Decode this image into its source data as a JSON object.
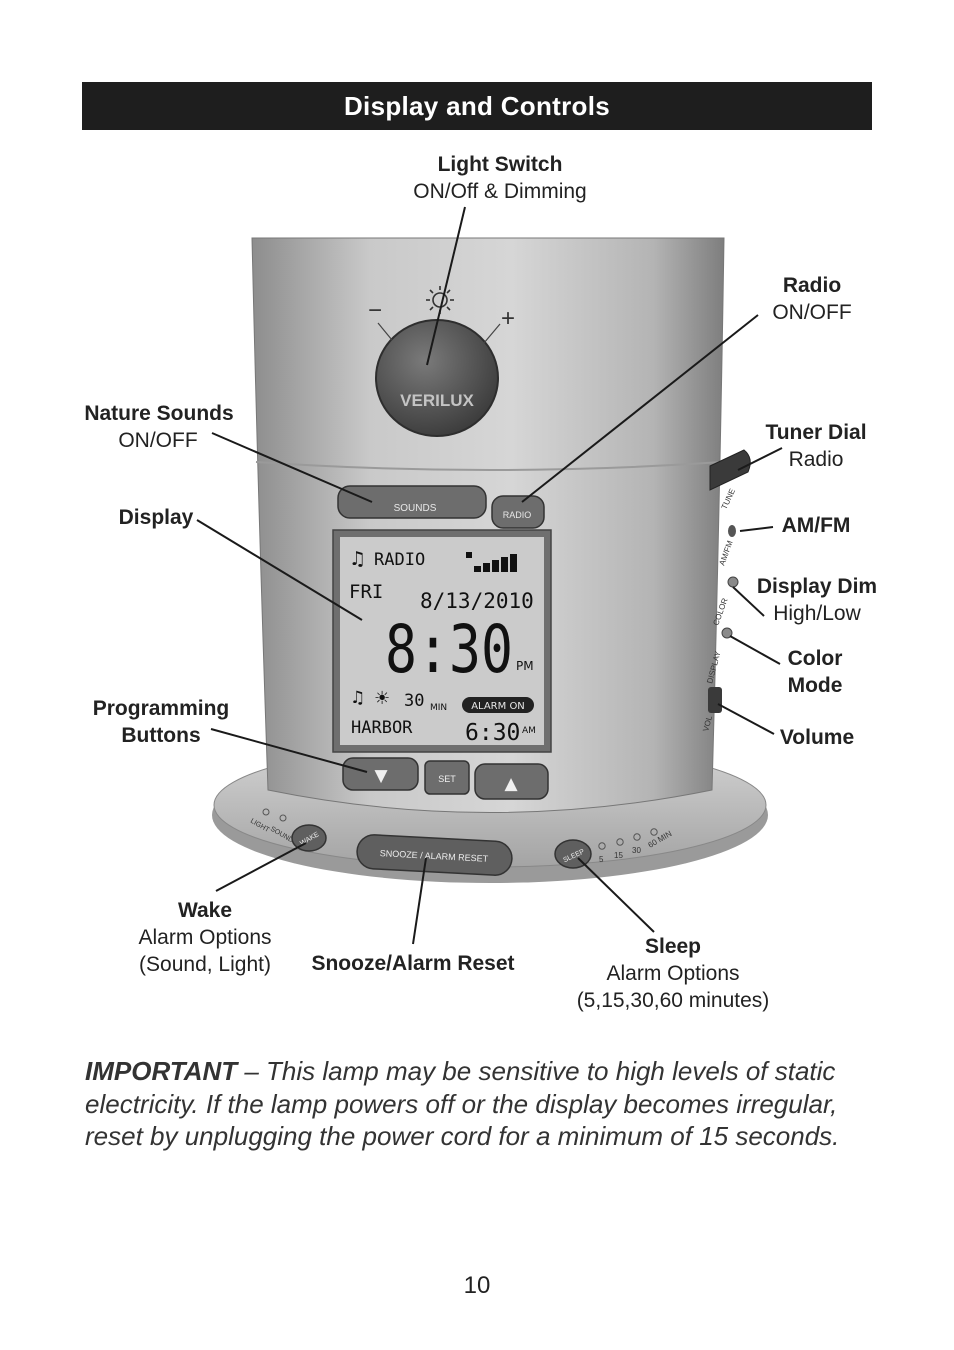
{
  "header": {
    "title": "Display and Controls"
  },
  "device": {
    "brand": "VERILUX",
    "dimmer_minus": "−",
    "dimmer_plus": "+",
    "sounds_button": "SOUNDS",
    "radio_button": "RADIO",
    "set_button": "SET",
    "down_button": "▼",
    "up_button": "▲",
    "snooze_button": "SNOOZE / ALARM RESET",
    "wake_button": "WAKE",
    "sleep_button": "SLEEP",
    "light_label": "LIGHT",
    "sound_label": "SOUND",
    "sleep_times": [
      "5",
      "15",
      "30",
      "60 MIN"
    ],
    "side_labels": [
      "TUNE",
      "AM/FM",
      "COLOR",
      "DISPLAY",
      "VOL"
    ],
    "lcd": {
      "mode": "RADIO",
      "day": "FRI",
      "date": "8/13/2010",
      "time": "8:30",
      "ampm": "PM",
      "sleep_minutes": "30",
      "min_label": "MIN",
      "alarm_badge": "ALARM ON",
      "sound_name": "HARBOR",
      "alarm_time": "6:30",
      "alarm_ampm": "AM"
    }
  },
  "callouts": {
    "light_switch": {
      "title": "Light Switch",
      "desc": "ON/Off & Dimming"
    },
    "radio": {
      "title": "Radio",
      "desc": "ON/OFF"
    },
    "nature_sounds": {
      "title": "Nature Sounds",
      "desc": "ON/OFF"
    },
    "tuner_dial": {
      "title": "Tuner Dial",
      "desc": "Radio"
    },
    "display": {
      "title": "Display"
    },
    "am_fm": {
      "title": "AM/FM"
    },
    "display_dim": {
      "title": "Display Dim",
      "desc": "High/Low"
    },
    "color_mode": {
      "title": "Color",
      "title2": "Mode"
    },
    "programming": {
      "title": "Programming",
      "title2": "Buttons"
    },
    "volume": {
      "title": "Volume"
    },
    "wake": {
      "title": "Wake",
      "desc": "Alarm Options",
      "desc2": "(Sound, Light)"
    },
    "snooze": {
      "title": "Snooze/Alarm Reset"
    },
    "sleep": {
      "title": "Sleep",
      "desc": "Alarm Options",
      "desc2": "(5,15,30,60 minutes)"
    }
  },
  "important": {
    "label": "IMPORTANT",
    "text": " – This lamp may be sensitive to high levels of static electricity. If the lamp powers off or the display becomes irregular, reset by unplugging the power cord for a minimum of 15 seconds."
  },
  "page_number": "10"
}
